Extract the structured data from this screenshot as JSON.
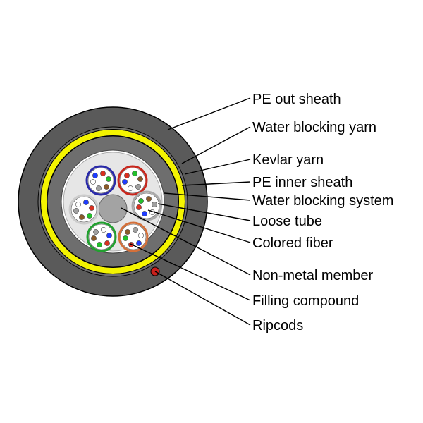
{
  "labels": {
    "pe_out_sheath": "PE out sheath",
    "water_blocking_yarn": "Water blocking yarn",
    "kevlar_yarn": "Kevlar yarn",
    "pe_inner_sheath": "PE inner sheath",
    "water_blocking_system": "Water blocking system",
    "loose_tube": "Loose tube",
    "colored_fiber": "Colored fiber",
    "non_metal_member": "Non-metal member",
    "filling_compound": "Filling compound",
    "ripcods": "Ripcods"
  },
  "colors": {
    "outer_sheath": "#5a5a5a",
    "kevlar_ring": "#f4f400",
    "inner_sheath": "#6e6e6e",
    "core_fill": "#e6e6e6",
    "central_member": "#a3a3a3",
    "ripcord": "#c8201c",
    "tube_colors": [
      "#2a2aa8",
      "#c8281e",
      "#aaaaaa",
      "#d4703a",
      "#22a030",
      "#cccccc"
    ],
    "fiber_colors": [
      "#1e3cff",
      "#d83020",
      "#22c02c",
      "#8a5a2a",
      "#a0a0a0",
      "#ffffff"
    ]
  },
  "loose_tube_count": 6,
  "fibers_per_tube": 6
}
